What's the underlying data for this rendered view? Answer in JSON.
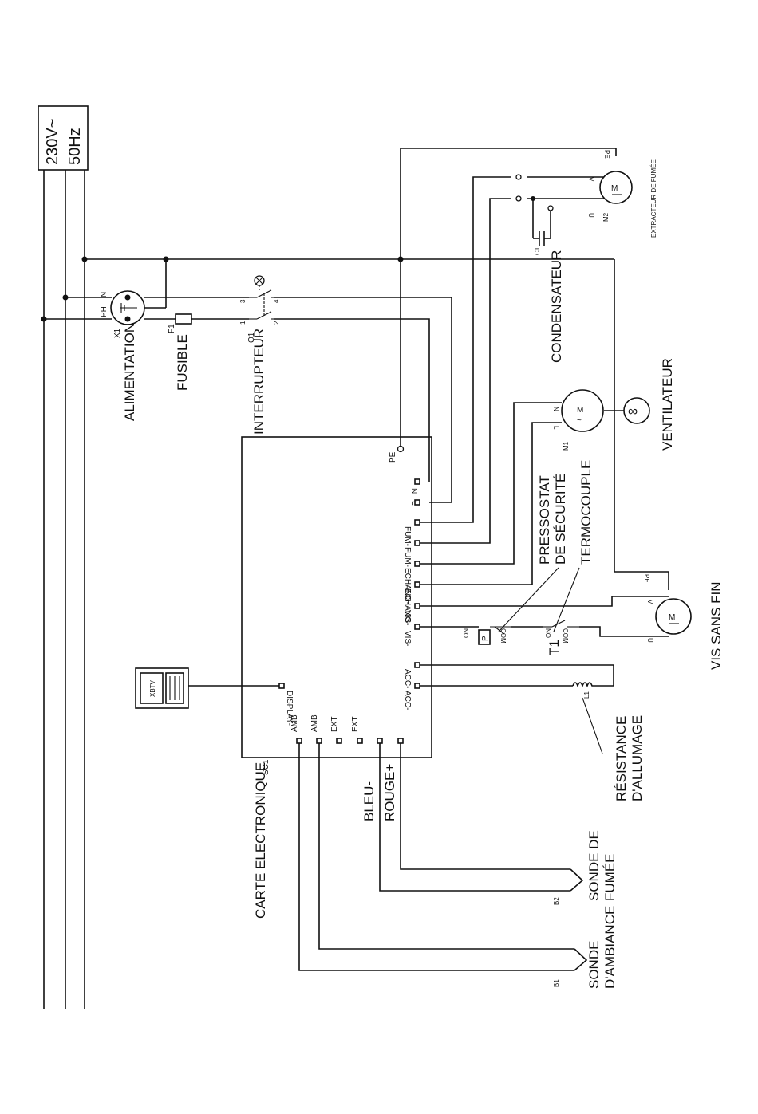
{
  "supply": {
    "voltage": "230V~",
    "frequency": "50Hz"
  },
  "labels": {
    "alimentation": "ALIMENTATION",
    "x1": "X1",
    "ph": "PH",
    "n": "N",
    "fusible": "FUSIBLE",
    "f1": "F1",
    "interrupteur": "INTERRUPTEUR",
    "q1": "Q1",
    "sw1": "1",
    "sw2": "2",
    "sw3": "3",
    "sw4": "4",
    "carte": "CARTE ELECTRONIQUE",
    "sc1": "SC1",
    "condensateur": "CONDENSATEUR",
    "c1": "C1",
    "extracteur": "EXTRACTEUR DE FUMÉE",
    "m2": "M2",
    "ventilateur": "VENTILATEUR",
    "m1": "M1",
    "pressostat_1": "PRESSOSTAT",
    "pressostat_2": "DE SÉCURITÉ",
    "termocouple": "TERMOCOUPLE",
    "vis_sans_fin": "VIS SANS FIN",
    "resistance_1": "RÉSISTANCE",
    "resistance_2": "D'ALLUMAGE",
    "l1": "L1",
    "t1": "T1",
    "p": "P",
    "sonde_fumee_1": "SONDE DE",
    "sonde_fumee_2": "FUMÉE",
    "b2": "B2",
    "sonde_ambiance_1": "SONDE",
    "sonde_ambiance_2": "D'AMBIANCE",
    "b1": "B1",
    "bleu": "BLEU-",
    "rouge": "ROUGE+",
    "display_device": "XBTV",
    "pe": "PE",
    "u": "U",
    "v": "V",
    "l": "L",
    "no": "NO",
    "com": "COM",
    "m": "M"
  },
  "terminals": [
    "PE",
    "N",
    "L",
    "FUM-",
    "FUM-",
    "ECHANG-",
    "ECHANG-",
    "VIS-",
    "VIS-",
    "ACC-",
    "ACC-",
    "DISPLAY-",
    "AMB",
    "AMB",
    "EXT",
    "EXT"
  ]
}
